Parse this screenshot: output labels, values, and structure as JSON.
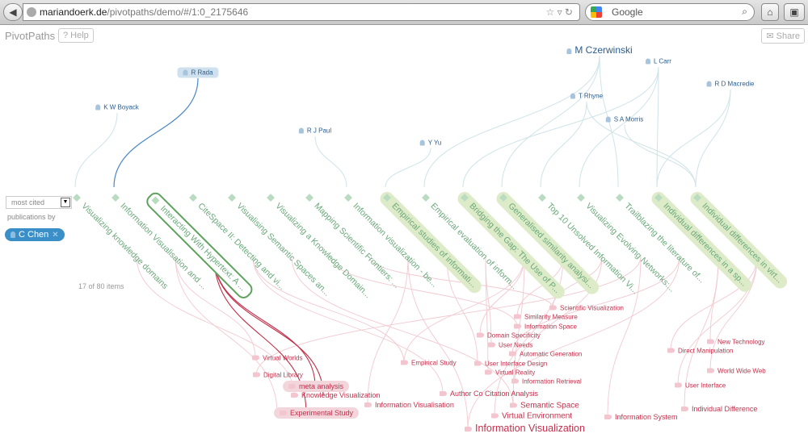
{
  "browser": {
    "url_domain": "mariandoerk.de",
    "url_path": "/pivotpaths/demo/#/1:0_2175646",
    "search_placeholder": "Google"
  },
  "app": {
    "title": "PivotPaths",
    "help_label": "? Help",
    "share_label": "Share"
  },
  "controls": {
    "sort_value": "most cited",
    "publications_by": "publications by",
    "selected_author": "C Chen",
    "item_count": "17 of 80 items"
  },
  "authors": [
    {
      "name": "R Rada",
      "state": "selected"
    },
    {
      "name": "K W Boyack"
    },
    {
      "name": "R J Paul"
    },
    {
      "name": "Y Yu"
    },
    {
      "name": "M Czerwinski",
      "state": "large"
    },
    {
      "name": "L Carr"
    },
    {
      "name": "T Rhyne"
    },
    {
      "name": "S A Morris"
    },
    {
      "name": "R D Macredie"
    }
  ],
  "publications": [
    {
      "title": "Visualizing knowledge domains"
    },
    {
      "title": "Information Visualisation and ..."
    },
    {
      "title": "Interacting With Hypertext: A ...",
      "state": "selected"
    },
    {
      "title": "CiteSpace II: Detecting and vi..."
    },
    {
      "title": "Visualising Semantic Spaces an..."
    },
    {
      "title": "Visualizing a Knowledge Domain..."
    },
    {
      "title": "Mapping Scientific Frontiers: ..."
    },
    {
      "title": "Information visualization - be..."
    },
    {
      "title": "Empirical studies of informati...",
      "state": "highlighted"
    },
    {
      "title": "Empirical evaluation of inform..."
    },
    {
      "title": "Bridging the Gap: The Use of P...",
      "state": "highlighted"
    },
    {
      "title": "Generalised similarity analysi...",
      "state": "highlighted"
    },
    {
      "title": "Top 10 Unsolved Information Vi..."
    },
    {
      "title": "Visualizing Evolving Networks:..."
    },
    {
      "title": "Trailblazing the literature of..."
    },
    {
      "title": "Individual differences in a sp...",
      "state": "highlighted"
    },
    {
      "title": "Individual differences in virt...",
      "state": "highlighted"
    }
  ],
  "keywords": [
    {
      "label": "Scientific Visualization"
    },
    {
      "label": "Similarity Measure"
    },
    {
      "label": "Information Space"
    },
    {
      "label": "Domain Specificity"
    },
    {
      "label": "User Needs"
    },
    {
      "label": "Automatic Generation"
    },
    {
      "label": "Empirical Study"
    },
    {
      "label": "User Interface Design"
    },
    {
      "label": "Virtual Reality"
    },
    {
      "label": "Information Retrieval"
    },
    {
      "label": "Virtual Worlds"
    },
    {
      "label": "Digital Library"
    },
    {
      "label": "meta analysis",
      "state": "highlighted"
    },
    {
      "label": "Knowledge Visualization"
    },
    {
      "label": "Experimental Study",
      "state": "highlighted"
    },
    {
      "label": "Information Visualisation"
    },
    {
      "label": "Author Co Citation Analysis"
    },
    {
      "label": "Semantic Space"
    },
    {
      "label": "Virtual Environment"
    },
    {
      "label": "Information Visualization"
    },
    {
      "label": "New Technology"
    },
    {
      "label": "Direct Manipulation"
    },
    {
      "label": "World Wide Web"
    },
    {
      "label": "User Interface"
    },
    {
      "label": "Individual Difference"
    },
    {
      "label": "Information System"
    }
  ],
  "colors": {
    "author": "#2b5d8e",
    "publication": "#6aa87a",
    "keyword": "#c4304b",
    "chip": "#3a8fc8"
  }
}
